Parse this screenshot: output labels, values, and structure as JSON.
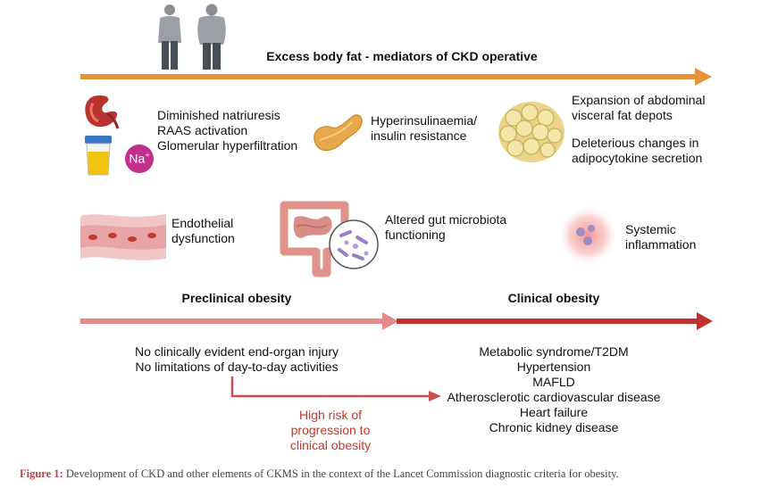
{
  "header": {
    "title": "Excess body fat - mediators of CKD operative"
  },
  "mediators": {
    "kidney": [
      "Diminished natriuresis",
      "RAAS activation",
      "Glomerular hyperfiltration"
    ],
    "sodium_label": "Na",
    "sodium_charge": "+",
    "pancreas": [
      "Hyperinsulinaemia/",
      "insulin resistance"
    ],
    "fat": [
      "Expansion of abdominal",
      "visceral fat depots",
      "Deleterious changes in",
      "adipocytokine secretion"
    ],
    "endothelial": [
      "Endothelial",
      "dysfunction"
    ],
    "gut": [
      "Altered gut microbiota",
      "functioning"
    ],
    "inflammation": [
      "Systemic",
      "inflammation"
    ]
  },
  "stages": {
    "preclinical": {
      "title": "Preclinical obesity",
      "lines": [
        "No clinically evident end-organ injury",
        "No limitations of day-to-day activities"
      ]
    },
    "clinical": {
      "title": "Clinical obesity",
      "lines": [
        "Metabolic syndrome/T2DM",
        "Hypertension",
        "MAFLD",
        "Atherosclerotic cardiovascular disease",
        "Heart failure",
        "Chronic kidney disease"
      ]
    },
    "risk": [
      "High risk of",
      "progression to",
      "clinical obesity"
    ]
  },
  "caption": {
    "label": "Figure 1:",
    "text": " Development of CKD and other elements of CKMS in the context of the Lancet Commission diagnostic criteria for obesity."
  },
  "colors": {
    "orange_arrow": "#e8923a",
    "pink_arrow": "#e58a8a",
    "red_arrow": "#c0322d",
    "risk_text": "#c0392b",
    "caption_label": "#b8434a"
  }
}
